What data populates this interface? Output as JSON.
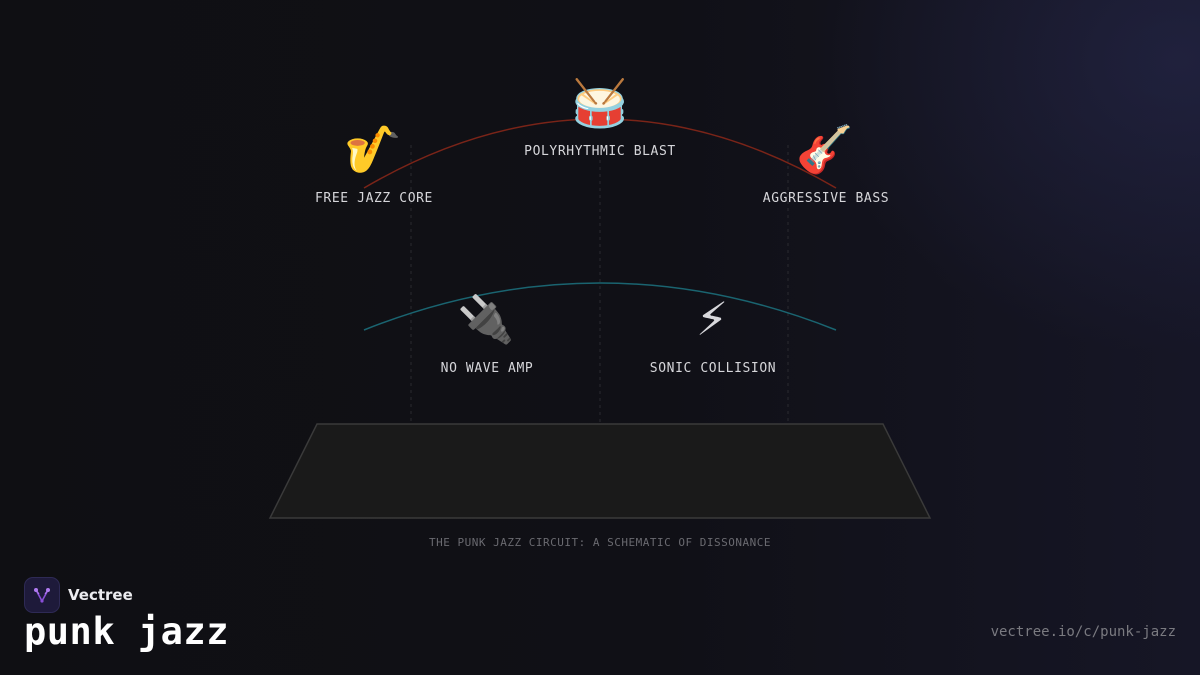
{
  "diagram": {
    "nodes": [
      {
        "id": "free-jazz-core",
        "label": "FREE JAZZ CORE",
        "icon": "saxophone-icon",
        "glyph": "🎷"
      },
      {
        "id": "polyrhythmic-blast",
        "label": "POLYRHYTHMIC BLAST",
        "icon": "drum-icon",
        "glyph": "🥁"
      },
      {
        "id": "aggressive-bass",
        "label": "AGGRESSIVE BASS",
        "icon": "guitar-icon",
        "glyph": "🎸"
      },
      {
        "id": "no-wave-amp",
        "label": "NO WAVE AMP",
        "icon": "plug-icon",
        "glyph": "🔌"
      },
      {
        "id": "sonic-collision",
        "label": "SONIC COLLISION",
        "icon": "lightning-icon",
        "glyph": "⚡"
      }
    ],
    "caption": "THE PUNK JAZZ CIRCUIT: A SCHEMATIC OF DISSONANCE",
    "colors": {
      "upper_arc": "#7a2418",
      "lower_arc": "#1a6470",
      "platform_fill": "#1a1a1a",
      "platform_stroke": "#3a3a3a"
    }
  },
  "brand": {
    "name": "Vectree"
  },
  "page": {
    "title": "punk jazz",
    "url": "vectree.io/c/punk-jazz"
  }
}
